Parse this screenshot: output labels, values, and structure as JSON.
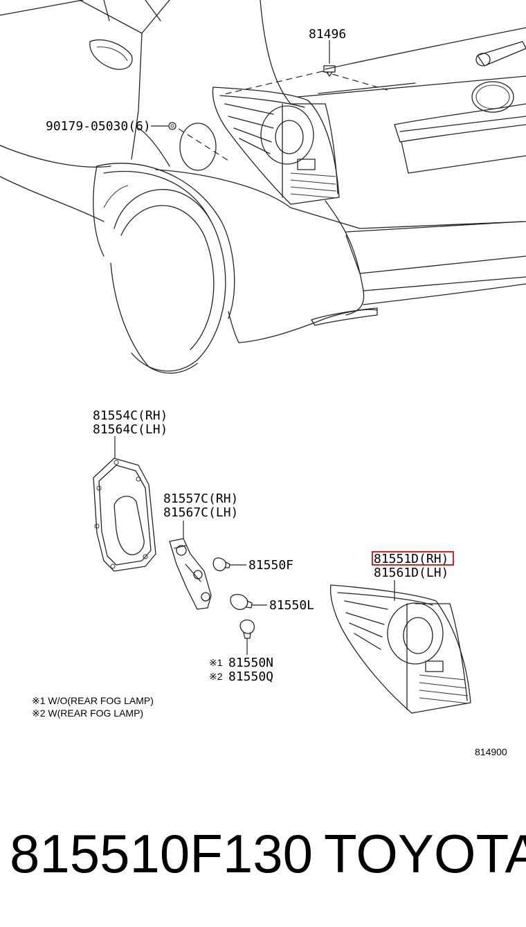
{
  "callouts": {
    "clip": "81496",
    "screw": "90179-05030(6)",
    "cover_rh": "81554C(RH)",
    "cover_lh": "81564C(LH)",
    "socket_rh": "81557C(RH)",
    "socket_lh": "81567C(LH)",
    "bulb_f": "81550F",
    "bulb_l": "81550L",
    "bulb_n": "81550N",
    "bulb_q": "81550Q",
    "lamp_rh": "81551D(RH)",
    "lamp_lh": "81561D(LH)"
  },
  "markers": {
    "m1": "※1",
    "m2": "※2"
  },
  "notes": {
    "note1": "※1 W/O(REAR FOG LAMP)",
    "note2": "※2 W(REAR FOG LAMP)"
  },
  "diagram_code": "814900",
  "footer": {
    "part_number": "815510F130",
    "brand": "TOYOTA"
  },
  "colors": {
    "highlight": "#e02020",
    "line": "#222222"
  }
}
